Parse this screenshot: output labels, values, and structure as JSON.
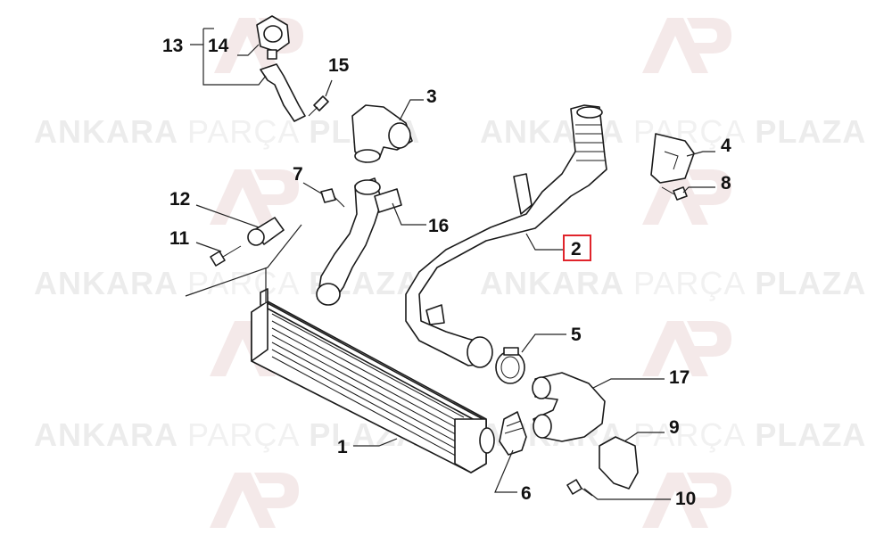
{
  "watermark": {
    "word1": "ANKARA",
    "word2": "PARÇA",
    "word3": "PLAZA",
    "logo_color": "#f3e6e6"
  },
  "callouts": [
    {
      "id": "1",
      "label": "1"
    },
    {
      "id": "2",
      "label": "2",
      "highlighted": true
    },
    {
      "id": "3",
      "label": "3"
    },
    {
      "id": "4",
      "label": "4"
    },
    {
      "id": "5",
      "label": "5"
    },
    {
      "id": "6",
      "label": "6"
    },
    {
      "id": "7",
      "label": "7"
    },
    {
      "id": "8",
      "label": "8"
    },
    {
      "id": "9",
      "label": "9"
    },
    {
      "id": "10",
      "label": "10"
    },
    {
      "id": "11",
      "label": "11"
    },
    {
      "id": "12",
      "label": "12"
    },
    {
      "id": "13",
      "label": "13"
    },
    {
      "id": "14",
      "label": "14"
    },
    {
      "id": "15",
      "label": "15"
    },
    {
      "id": "16",
      "label": "16"
    },
    {
      "id": "17",
      "label": "17"
    }
  ],
  "colors": {
    "highlight_border": "#e0242b",
    "line": "#1a1a1a",
    "watermark_text": "#ececec"
  }
}
